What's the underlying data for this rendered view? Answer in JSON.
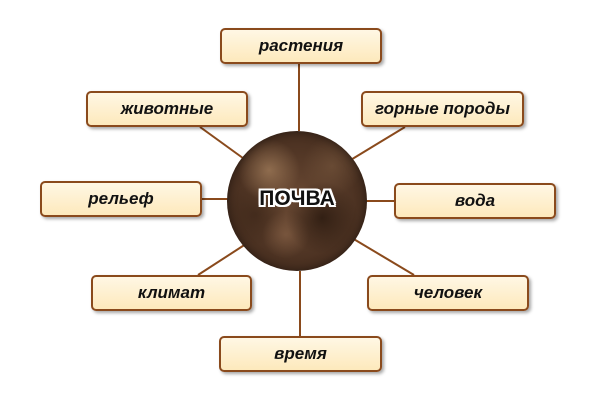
{
  "diagram": {
    "center": {
      "label": "ПОЧВА"
    },
    "factors": {
      "rasteniya": "растения",
      "zhivotnye": "животные",
      "gornye_porody": "горные породы",
      "relef": "рельеф",
      "voda": "вода",
      "klimat": "климат",
      "chelovek": "человек",
      "vremya": "время"
    },
    "colors": {
      "box_border": "#8a4a1c",
      "box_fill_top": "#fff7e4",
      "box_fill_bottom": "#fde9bc",
      "connector": "#8a4a1c",
      "soil": "#4c3222"
    }
  }
}
